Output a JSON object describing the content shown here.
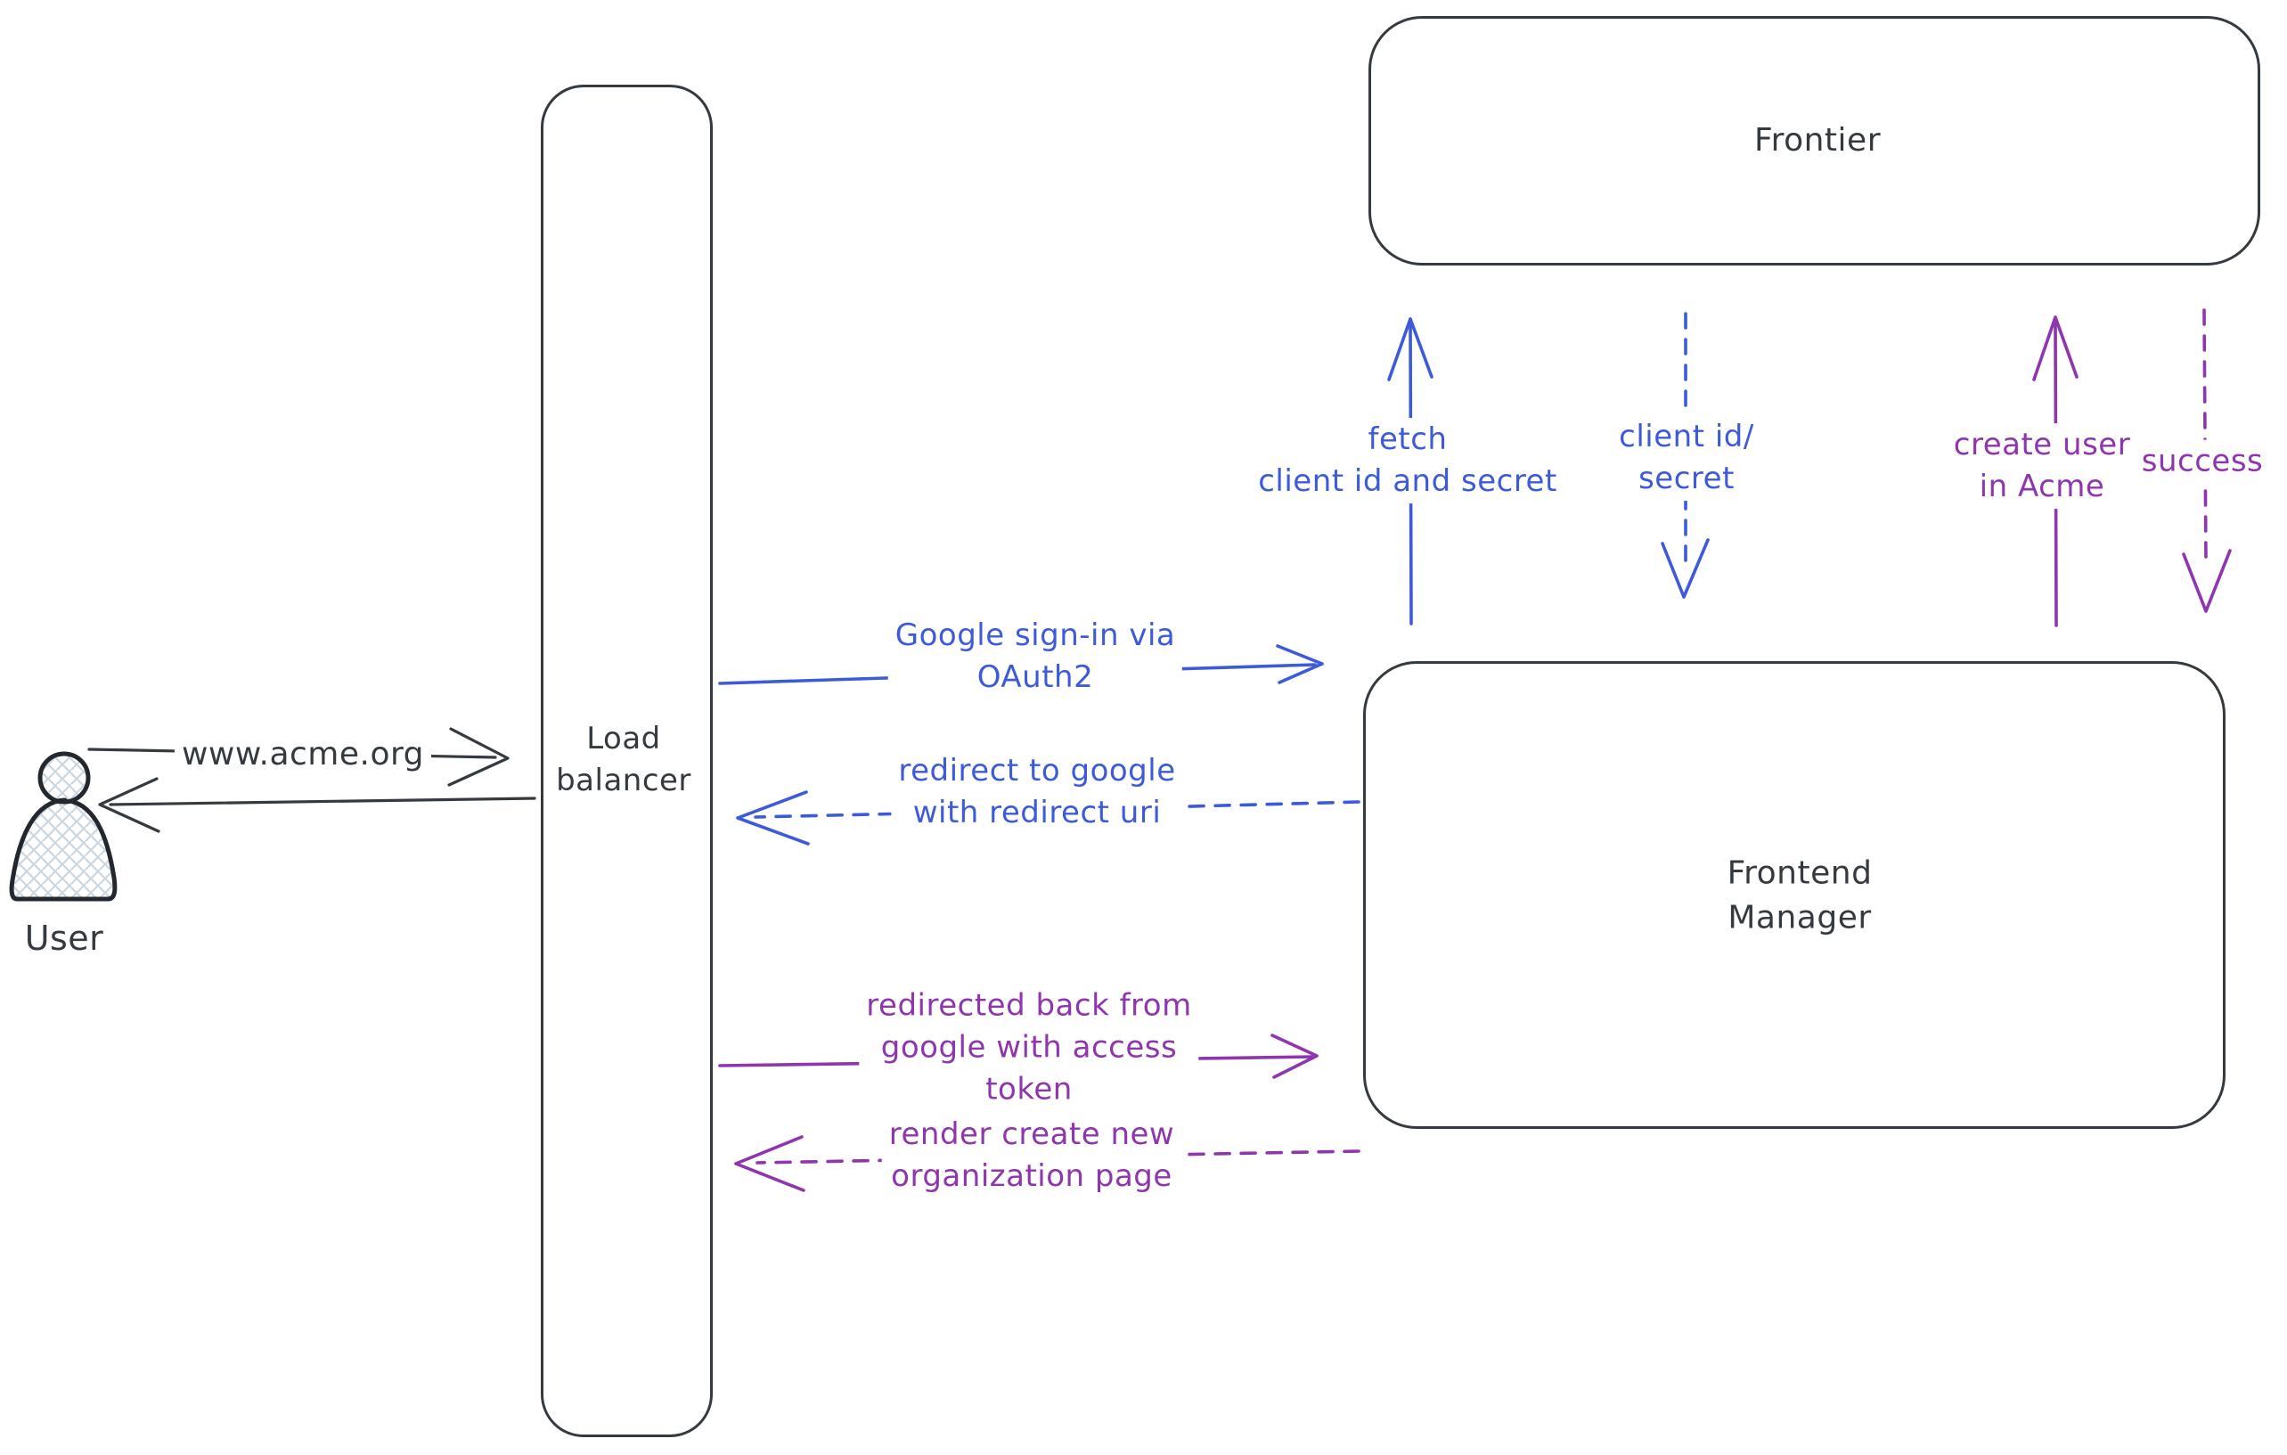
{
  "title": "OAuth sign-in flow diagram",
  "colors": {
    "ink": "#343a40",
    "blue": "#3d5bd8",
    "purple": "#8f35ad",
    "hatch": "#ccd6de"
  },
  "nodes": {
    "user": {
      "label": "User"
    },
    "load_balancer": {
      "label": "Load\nbalancer"
    },
    "frontier": {
      "label": "Frontier"
    },
    "frontend_manager": {
      "label": "Frontend\nManager"
    }
  },
  "edges": {
    "user_to_lb": {
      "label": "www.acme.org",
      "style": "solid",
      "direction": "right",
      "color": "ink"
    },
    "lb_to_user": {
      "label": "",
      "style": "solid",
      "direction": "left",
      "color": "ink"
    },
    "google_signin": {
      "label": "Google sign-in via\nOAuth2",
      "style": "solid",
      "direction": "right",
      "color": "blue"
    },
    "redirect_google": {
      "label": "redirect to google\nwith redirect uri",
      "style": "dashed",
      "direction": "left",
      "color": "blue"
    },
    "fetch_secret": {
      "label": "fetch\nclient id and secret",
      "style": "solid",
      "direction": "up",
      "color": "blue"
    },
    "client_id_secret": {
      "label": "client id/\nsecret",
      "style": "dashed",
      "direction": "down",
      "color": "blue"
    },
    "create_user": {
      "label": "create user\nin Acme",
      "style": "solid",
      "direction": "up",
      "color": "purple"
    },
    "success": {
      "label": "success",
      "style": "dashed",
      "direction": "down",
      "color": "purple"
    },
    "redirected_back": {
      "label": "redirected back from\ngoogle with access\ntoken",
      "style": "solid",
      "direction": "right",
      "color": "purple"
    },
    "render_org_page": {
      "label": "render create new\norganization page",
      "style": "dashed",
      "direction": "left",
      "color": "purple"
    }
  }
}
